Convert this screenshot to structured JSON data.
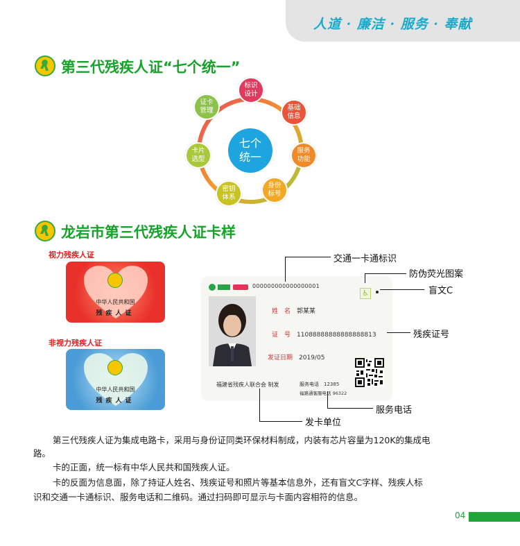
{
  "header": {
    "motto": "人道 · 廉洁 · 服务 · 奉献"
  },
  "section1": {
    "title": "第三代残疾人证“七个统一”",
    "center": "七个统一",
    "nodes": [
      {
        "label": "标识设计",
        "color": "#e03a5e"
      },
      {
        "label": "基础信息",
        "color": "#e8553b"
      },
      {
        "label": "服务功能",
        "color": "#ef8a26"
      },
      {
        "label": "身份标号",
        "color": "#f2a824"
      },
      {
        "label": "密钥体系",
        "color": "#c8c322"
      },
      {
        "label": "卡片选型",
        "color": "#a9c93a"
      },
      {
        "label": "证卡管理",
        "color": "#8cc24a"
      }
    ]
  },
  "section2": {
    "title": "龙岩市第三代残疾人证卡样",
    "visual_label": "视力残疾人证",
    "nonvisual_label": "非视力残疾人证",
    "card_country": "中华人民共和国",
    "card_title": "残疾人证",
    "card_back": {
      "card_number": "000000000000000001",
      "name_label": "姓　名",
      "name_value": "郭某某",
      "id_label": "证　号",
      "id_value": "11088888888888888813",
      "date_label": "发证日期",
      "date_value": "2019/05",
      "issuer": "福建省残疾人联合会 制发",
      "service_phone_label": "服务电话",
      "service_phone": "12385",
      "fulutong_label": "福路通客服电话",
      "fulutong_phone": "96322"
    },
    "callouts": {
      "transport": "交通一卡通标识",
      "fluorescent": "防伪荧光图案",
      "braille": "盲文C",
      "id_number": "残疾证号",
      "service_phone": "服务电话",
      "issuer": "发卡单位"
    }
  },
  "paragraphs": [
    "第三代残疾人证为集成电路卡，采用与身份证同类环保材料制成，内装有芯片容量为120K的集成电",
    "路。",
    "卡的正面，统一标有中华人民共和国残疾人证。",
    "卡的反面为信息面，除了持证人姓名、残疾证号和照片等基本信息外，还有盲文C字样、残疾人标",
    "识和交通一卡通标识、服务电话和二维码。通过扫码即可显示与卡面内容相符的信息。"
  ],
  "page_number": "04"
}
